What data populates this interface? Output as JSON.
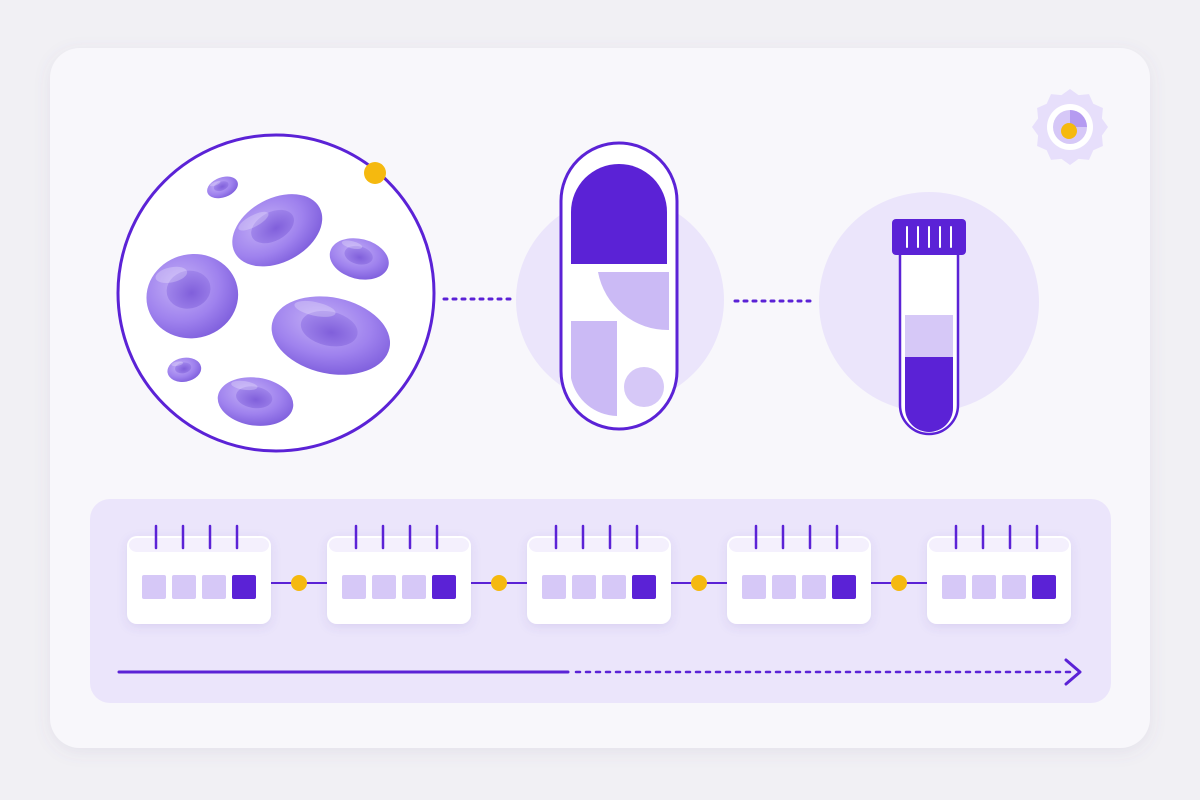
{
  "colors": {
    "page_bg": "#f1f0f4",
    "card_bg": "#f8f7fb",
    "accent_dark": "#5b22d6",
    "accent_mid": "#8f6fe8",
    "accent_light": "#d9ccf7",
    "accent_pale": "#ebe5fb",
    "cell_color": "#9b7cef",
    "highlight_yellow": "#f5b90f",
    "white": "#ffffff"
  },
  "icons": {
    "cells": "red-blood-cells-icon",
    "capsule": "capsule-pill-icon",
    "tube": "blood-test-tube-icon",
    "badge": "pie-chart-badge-icon",
    "calendar": "calendar-icon",
    "arrow": "arrow-right-icon"
  },
  "tube": {
    "fill_fraction": 0.42
  },
  "timeline": {
    "calendar_count": 5,
    "slots_per_calendar": 4,
    "highlighted_slot": 4
  },
  "badge": {
    "pie_fraction": 0.25
  }
}
